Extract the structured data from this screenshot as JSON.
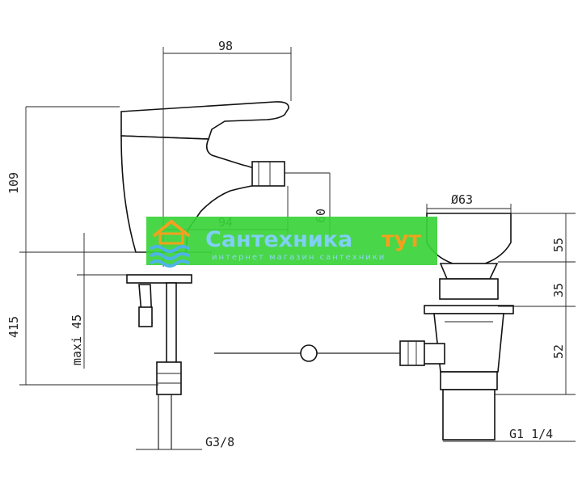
{
  "dimensions": {
    "width_top": "98",
    "height_body": "109",
    "spout_reach": "94",
    "spout_height": "60",
    "total_height": "415",
    "max_clamp": "maxi 45",
    "inlet_thread": "G3/8",
    "cap_diameter": "Ø63",
    "cap_height": "55",
    "adjust_range": "35",
    "waste_height": "52",
    "outlet_thread": "G1 1/4"
  },
  "watermark": {
    "title_a": "Сантехника",
    "title_b": "тут",
    "subtitle": "интернет магазин сантехники",
    "colors": {
      "background": "#3ad23a",
      "title_a": "#7fd0f2",
      "title_b": "#f2a11e",
      "waves": "#4fb3e6"
    }
  }
}
